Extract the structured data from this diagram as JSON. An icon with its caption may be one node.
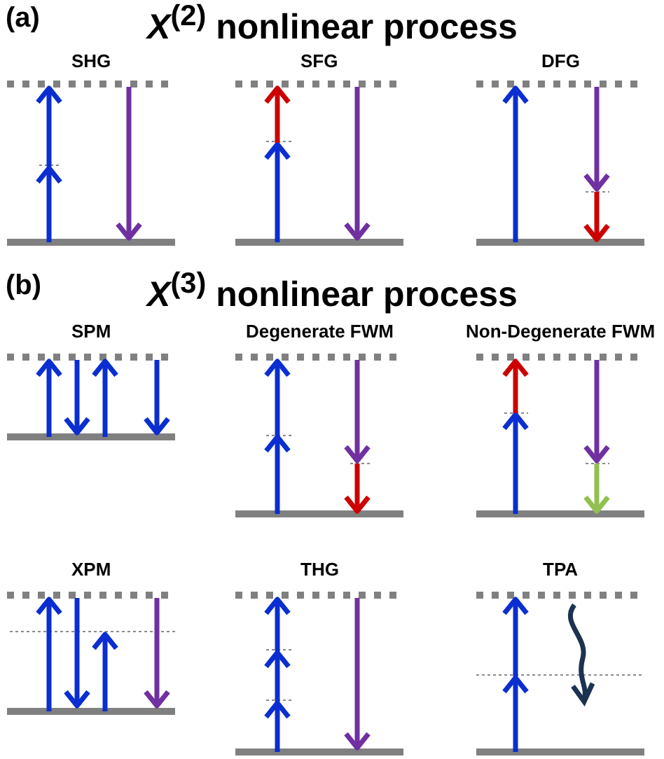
{
  "diagram": {
    "labels": [
      "(a)",
      "*X*$^{(2)}$ nonlinear process",
      "SHG",
      "SFG",
      "DFG",
      "(b)",
      "*X*$^{(3)}$ nonlinear process",
      "SPM",
      "Degenerate FWM",
      "Non-Degenerate FWM",
      "XPM",
      "THG",
      "TPA"
    ]
  }
}
